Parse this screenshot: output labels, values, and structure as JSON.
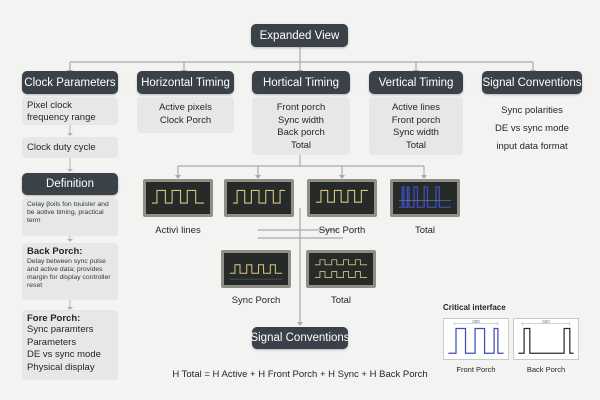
{
  "top": {
    "title": "Expanded View"
  },
  "columns": [
    {
      "title": "Clock Parameters",
      "items": [
        "Pixel clock frequency range",
        "Clock duty cycle"
      ]
    },
    {
      "title": "Horizontal Timing",
      "items": [
        "Active pixels",
        "Clock  Porch"
      ]
    },
    {
      "title": "Hortical Timing",
      "items": [
        "Front porch",
        "Sync width",
        "Back porch",
        "Total"
      ]
    },
    {
      "title": "Vertical Timing",
      "items": [
        "Active lines",
        "Front porch",
        "Sync width",
        "Total"
      ]
    },
    {
      "title": "Signal Conventions",
      "items": [
        "Sync polarities",
        "DE vs sync mode",
        "input data format"
      ]
    }
  ],
  "left": {
    "definition": {
      "title": "Definition",
      "text": "Celay βoils fon touisler and be aotive timing, practical term"
    },
    "back_porch": {
      "title": "Back Porch:",
      "text": "Delay between sync pulse and active data; provides margin for display controller reset"
    },
    "fore_porch": {
      "title": "Fore Porch:",
      "items": [
        "Sync paramters",
        "Parameters",
        "DE vs sync mode",
        "Physical display"
      ]
    }
  },
  "scopes_row1": [
    "Activì lines",
    "Sync Porth",
    "Total"
  ],
  "scopes_row2": [
    "Sync Porch",
    "Total"
  ],
  "bottom": {
    "title": "Signal Conventions",
    "equation": "H Total = H Active + H Front Porch + H Sync + H Back Porch"
  },
  "critical": {
    "title": "Critical interface",
    "panels": [
      {
        "label": "Front Porch",
        "top_value": "260"
      },
      {
        "label": "Back Porch",
        "top_value": "320"
      }
    ]
  },
  "colors": {
    "header": "#3a4149",
    "panel": "#e6e7e6",
    "background": "#f3f3f1",
    "waveform_yellow": "#d9c77a",
    "waveform_blue": "#3c4fb5"
  }
}
